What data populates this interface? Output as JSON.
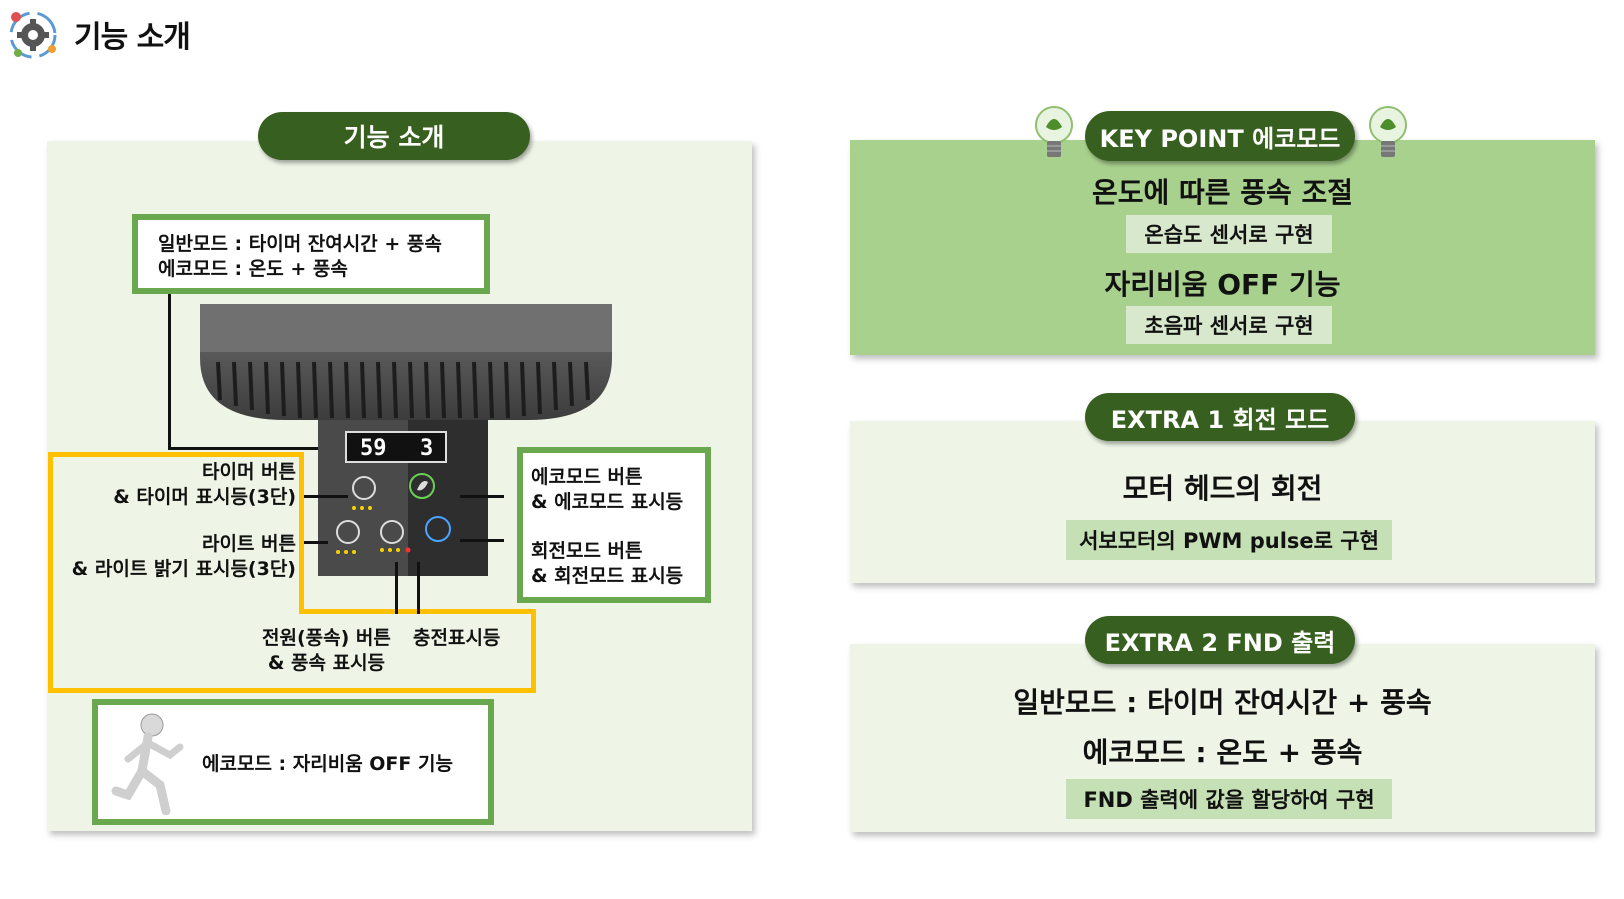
{
  "header": {
    "title": "기능 소개",
    "icon": "gear-cycle-icon"
  },
  "left": {
    "pill": "기능 소개",
    "mode_box": {
      "line1": "일반모드 : 타이머 잔여시간 + 풍속",
      "line2": "에코모드 : 온도 + 풍속"
    },
    "display": {
      "left_digits": "59",
      "right_digit": "3"
    },
    "timer_label": {
      "line1": "타이머 버튼",
      "line2": "& 타이머 표시등(3단)"
    },
    "light_label": {
      "line1": "라이트 버튼",
      "line2": "& 라이트 밝기 표시등(3단)"
    },
    "eco_label": {
      "line1": "에코모드 버튼",
      "line2": "& 에코모드 표시등"
    },
    "rotate_label": {
      "line1": "회전모드 버튼",
      "line2": "& 회전모드 표시등"
    },
    "power_label": {
      "line1": "전원(풍속) 버튼",
      "line2": "& 풍속 표시등"
    },
    "charge_label": "충전표시등",
    "eco_box_label": "에코모드 : 자리비움 OFF 기능"
  },
  "right": {
    "panel1": {
      "pill": "KEY POINT 에코모드",
      "heading1": "온도에 따른 풍속 조절",
      "sub1": "온습도 센서로 구현",
      "heading2": "자리비움 OFF 기능",
      "sub2": "초음파 센서로 구현"
    },
    "panel2": {
      "pill": "EXTRA 1 회전 모드",
      "heading": "모터 헤드의 회전",
      "sub": "서보모터의 PWM pulse로 구현"
    },
    "panel3": {
      "pill": "EXTRA 2 FND 출력",
      "heading1": "일반모드 : 타이머 잔여시간 + 풍속",
      "heading2": "에코모드 : 온도 + 풍속",
      "sub": "FND 출력에 값을 할당하여 구현"
    }
  },
  "colors": {
    "pill_bg": "#375f1f",
    "green_border": "#6aa84f",
    "yellow_border": "#ffc000",
    "light_panel": "#eef5e6",
    "key_panel": "#a9d18e"
  }
}
